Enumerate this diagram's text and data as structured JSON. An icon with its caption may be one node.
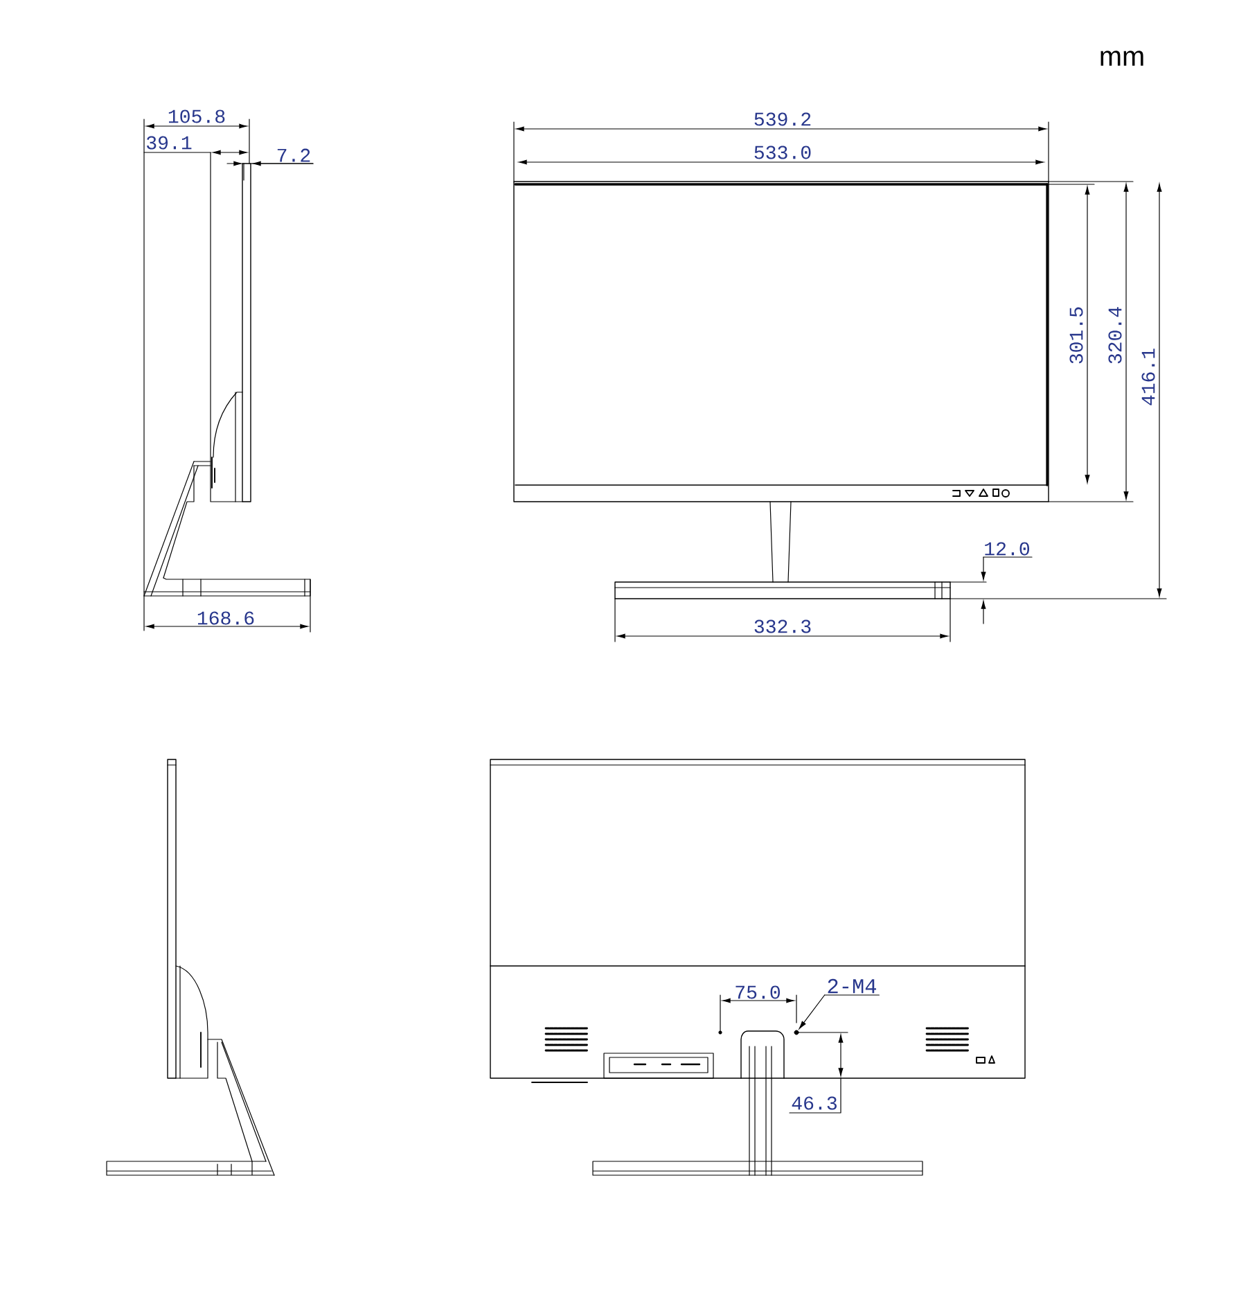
{
  "diagram": {
    "nodes": [
      {
        "text": [
          "2-M4"
        ]
      },
      {
        "text": [],
        "shape": "circle"
      }
    ],
    "edges": [
      {
        "from": 0,
        "to": 1,
        "arrow": "to"
      }
    ],
    "labels": [
      "mm",
      "105.8",
      "39.1",
      "7.2",
      "168.6",
      "539.2",
      "533.0",
      "301.5",
      "320.4",
      "416.1",
      "12.0",
      "332.3",
      "75.0",
      "46.3"
    ]
  }
}
